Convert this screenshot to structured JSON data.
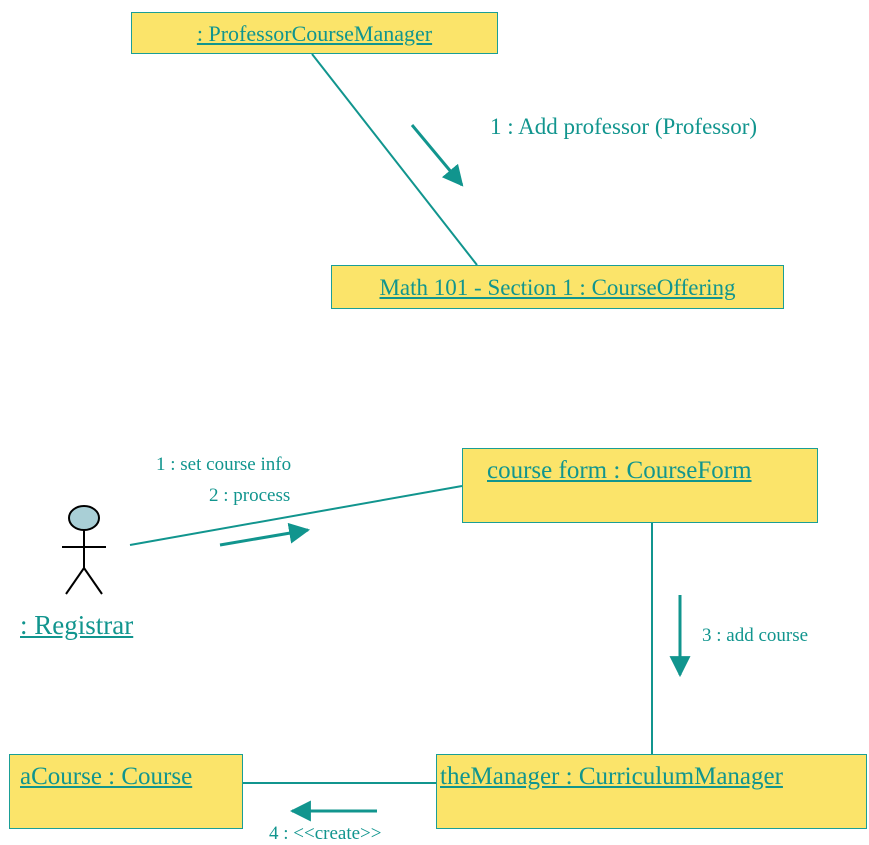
{
  "colors": {
    "line": "#11958e",
    "box_fill": "#fbe46a",
    "box_border": "#1a9e96",
    "actor_head": "#a9cfd6",
    "actor_stroke": "#000000"
  },
  "top_diagram": {
    "objects": {
      "professor_course_manager": ": ProfessorCourseManager",
      "course_offering": "Math 101 - Section 1 : CourseOffering"
    },
    "messages": {
      "add_professor": "1 : Add professor (Professor)"
    }
  },
  "bottom_diagram": {
    "actor": {
      "name": ": Registrar",
      "icon": "stick-figure-icon"
    },
    "objects": {
      "course_form": "course form : CourseForm",
      "the_manager": "theManager : CurriculumManager",
      "a_course": "aCourse : Course"
    },
    "messages": {
      "set_course_info": "1 : set course info",
      "process": "2 : process",
      "add_course": "3 : add course",
      "create": "4 : <<create>>"
    }
  }
}
